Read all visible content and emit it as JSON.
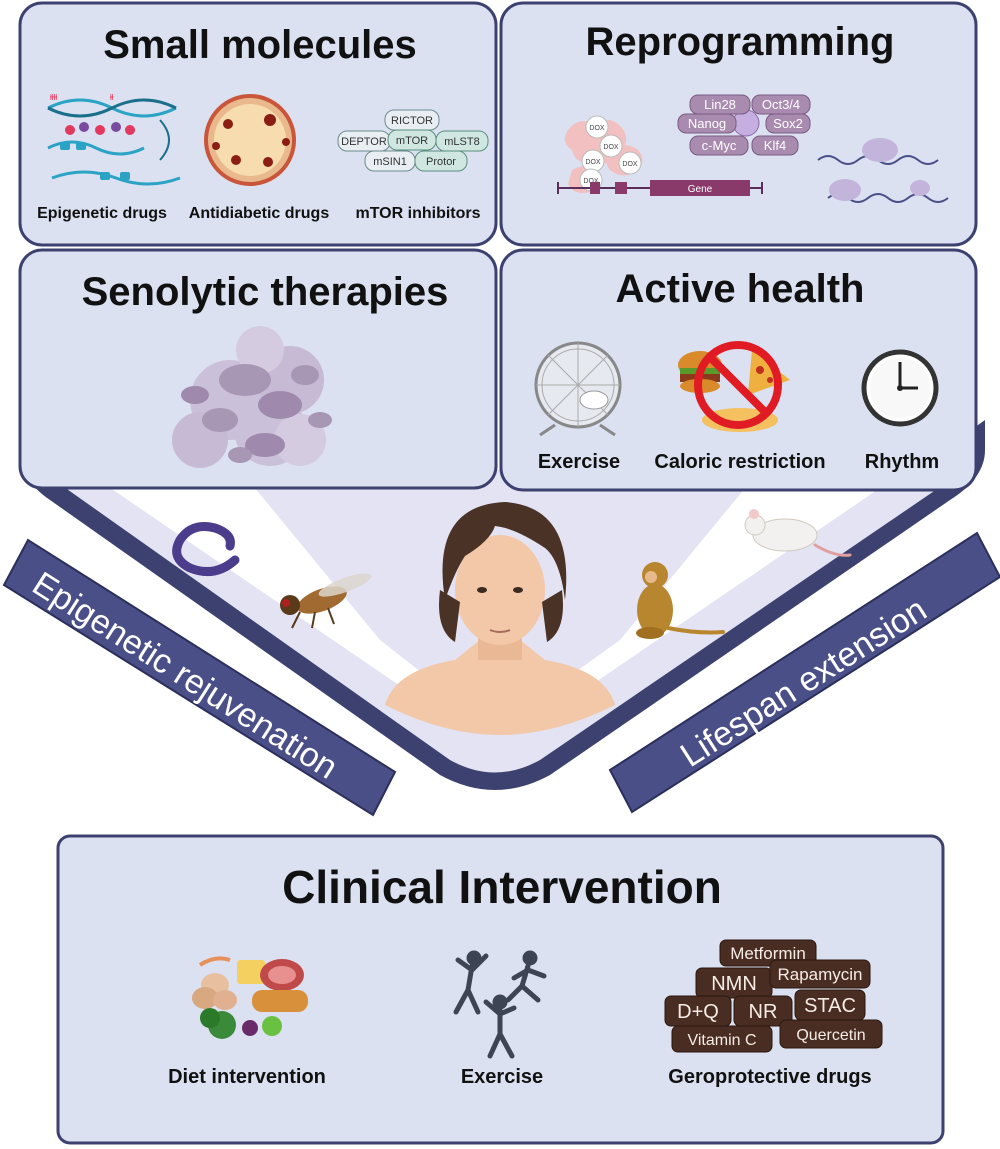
{
  "colors": {
    "panel_fill": "#dbe1f1",
    "panel_stroke": "#3d4170",
    "band_fill": "#4a4f88",
    "v_shape": "#e3e3f3",
    "tf_pill": "#a98bb0",
    "drug_tile": "#4a2d22",
    "senolytic": "#a692b2"
  },
  "small_molecules": {
    "title": "Small molecules",
    "items": [
      "Epigenetic drugs",
      "Antidiabetic drugs",
      "mTOR inhibitors"
    ],
    "mtor_complex": [
      "RICTOR",
      "DEPTOR",
      "mTOR",
      "mLST8",
      "mSIN1",
      "Protor"
    ]
  },
  "reprogramming": {
    "title": "Reprogramming",
    "factors": [
      "Lin28",
      "Oct3/4",
      "Nanog",
      "Sox2",
      "c-Myc",
      "Klf4"
    ],
    "dox_label": "DOX",
    "gene_label": "Gene"
  },
  "senolytic": {
    "title": "Senolytic therapies"
  },
  "active_health": {
    "title": "Active health",
    "items": [
      "Exercise",
      "Caloric restriction",
      "Rhythm"
    ]
  },
  "bands": {
    "left": "Epigenetic rejuvenation",
    "right": "Lifespan extension"
  },
  "clinical": {
    "title": "Clinical Intervention",
    "items": [
      "Diet intervention",
      "Exercise",
      "Geroprotective drugs"
    ],
    "drugs": [
      "Metformin",
      "NMN",
      "Rapamycin",
      "D+Q",
      "NR",
      "STAC",
      "Vitamin C",
      "Quercetin"
    ]
  },
  "icons": [
    "dna-icon",
    "fat-tissue-icon",
    "mtor-complex-icon",
    "senescent-cells-icon",
    "hamster-wheel-icon",
    "no-food-icon",
    "clock-icon",
    "worm-icon",
    "fly-icon",
    "woman-icon",
    "monkey-icon",
    "mouse-icon",
    "food-icon",
    "runners-icon"
  ]
}
